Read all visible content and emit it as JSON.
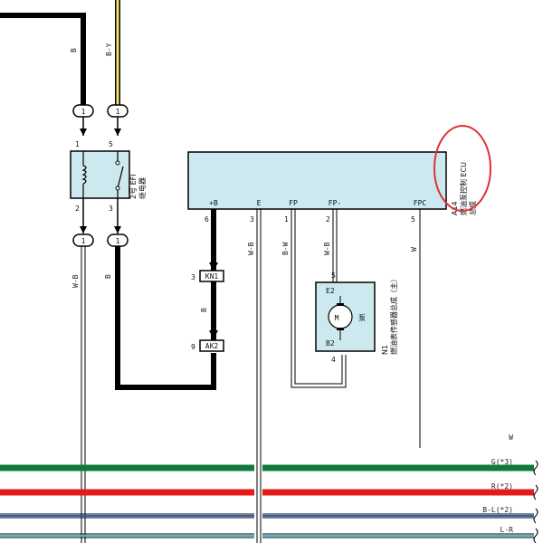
{
  "colors": {
    "box_fill": "#cce9f0",
    "wire_black": "#000000",
    "wire_yellow": "#f2e36b",
    "bus_green": "#0f7a3a",
    "bus_red": "#e51b1b",
    "bus_blue": "#2f5fb5",
    "bus_cyan": "#4fb8c8",
    "highlight_circle": "#e0303a"
  },
  "wires": {
    "left_b": "B",
    "left_by": "B-Y",
    "relay_out_left": "W-B",
    "relay_out_right": "B",
    "ecu_b_mid": "B",
    "ecu_e": "W-B",
    "ecu_fp": "B-W",
    "ecu_fpm": "W-B",
    "ecu_fpc": "W"
  },
  "connectors": {
    "top_left": "1",
    "top_right": "1",
    "mid_left": "1",
    "mid_right": "1",
    "kn1": "KN1",
    "ak2": "AK2"
  },
  "relay": {
    "name_line1": "2号 EFI",
    "name_line2": "继电器",
    "pin_1": "1",
    "pin_2": "2",
    "pin_3": "3",
    "pin_5": "5"
  },
  "ecu": {
    "code": "A14",
    "name_line1": "燃油泵控制 ECU",
    "name_line2": "总成",
    "terminals": [
      "+B",
      "E",
      "FP",
      "FP-",
      "FPC"
    ],
    "pins": [
      "6",
      "3",
      "1",
      "2",
      "5"
    ]
  },
  "pump": {
    "code": "N1",
    "name_line1": "燃油表传感器总成（主）",
    "pump_label": "泵",
    "motor_label": "M",
    "term_top": "E2",
    "term_bottom": "B2",
    "pin_top": "5",
    "pin_bottom": "4"
  },
  "kn1_pin": "3",
  "ak2_pin": "9",
  "buses": [
    {
      "label": "W",
      "color_key": "plain"
    },
    {
      "label": "G(*3)",
      "color_key": "bus_green"
    },
    {
      "label": "R(*2)",
      "color_key": "bus_red"
    },
    {
      "label": "B-L(*2)",
      "color_key": "bus_blue"
    },
    {
      "label": "L-R",
      "color_key": "bus_cyan"
    }
  ]
}
